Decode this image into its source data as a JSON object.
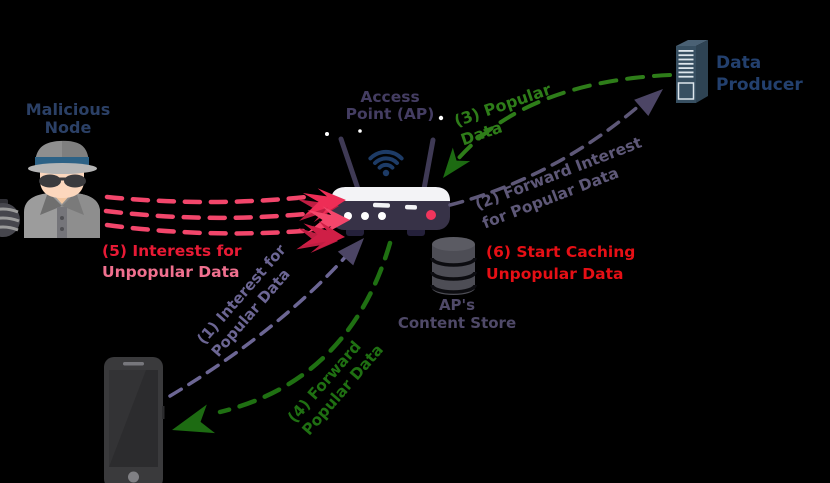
{
  "colors": {
    "background": "#000000",
    "node_label": "#2b4066",
    "ap_label": "#443d62",
    "producer_label": "#23406e",
    "store_label": "#4f4968",
    "green_flow": "#2e7d19",
    "green_flow_dark": "#1f7012",
    "purple_flow": "#6c6694",
    "purple_flow_dark": "#5e5878",
    "purple_head": "#4c4565",
    "red_flow": "#f2466b",
    "red_text": "#e81a35",
    "red_text_pink": "#f0708f",
    "red_alert": "#e60f15"
  },
  "nodes": {
    "malicious": {
      "line1": "Malicious",
      "line2": "Node"
    },
    "access_point": {
      "line1": "Access",
      "line2": "Point (AP)"
    },
    "data_producer": {
      "line1": "Data",
      "line2": "Producer"
    },
    "content_store": {
      "line1": "AP's",
      "line2": "Content Store"
    }
  },
  "flows": {
    "f1": {
      "line1": "(1) Interest for",
      "line2": "Popular Data"
    },
    "f2": {
      "line1": "(2) Forward Interest",
      "line2": "for Popular Data"
    },
    "f3": {
      "line1": "(3) Popular",
      "line2": "Data"
    },
    "f4": {
      "line1": "(4) Forward",
      "line2": "Popular Data"
    },
    "f5": {
      "line1": "(5) Interests for",
      "line2": "Unpopular Data"
    },
    "f6": {
      "line1": "(6) Start Caching",
      "line2": "Unpopular Data"
    }
  }
}
